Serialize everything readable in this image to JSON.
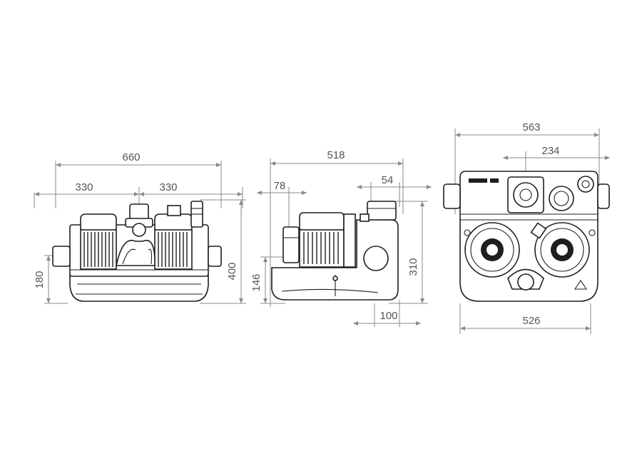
{
  "views": {
    "front": {
      "overall_width": "660",
      "left_half": "330",
      "right_half": "330",
      "inlet_height": "180",
      "overall_height": "400"
    },
    "side": {
      "overall_depth": "518",
      "top_offset": "78",
      "outlet_offset": "54",
      "inlet_height": "146",
      "outlet_height": "310",
      "base_offset": "100"
    },
    "top": {
      "overall_width": "563",
      "outlet_offset": "234",
      "base_width": "526"
    }
  },
  "colors": {
    "outline": "#1f1f1f",
    "dimension": "#8a8a8a",
    "text": "#555555"
  }
}
